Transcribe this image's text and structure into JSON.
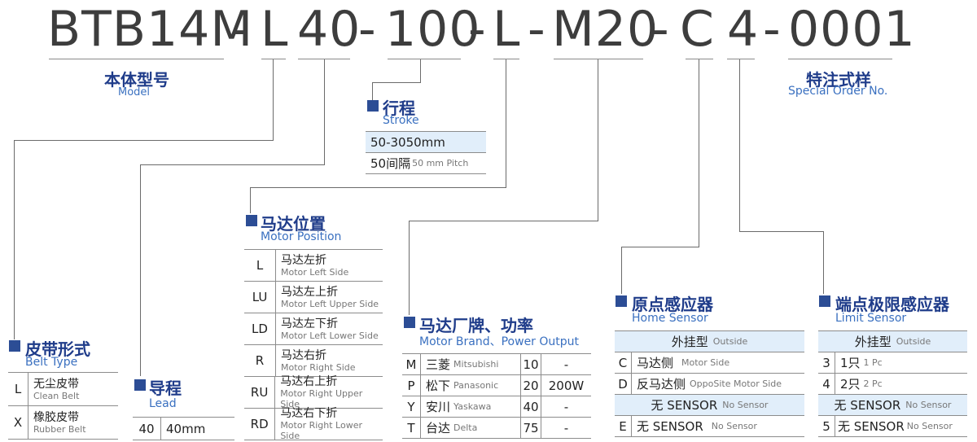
{
  "code": {
    "segments": [
      "BTB14M",
      "-",
      "L",
      "40",
      "-",
      "100",
      "-",
      "L",
      "-",
      "M20",
      "-",
      "C",
      "4",
      "-",
      "0001"
    ]
  },
  "model": {
    "cn": "本体型号",
    "en": "Model"
  },
  "special": {
    "cn": "特注式样",
    "en": "Special Order No."
  },
  "stroke": {
    "cn": "行程",
    "en": "Stroke",
    "row1": "50-3050mm",
    "row2_cn": "50间隔",
    "row2_en": "50 mm Pitch"
  },
  "belt_type": {
    "cn": "皮带形式",
    "en": "Belt Type",
    "rows": [
      {
        "code": "L",
        "cn": "无尘皮带",
        "en": "Clean Belt"
      },
      {
        "code": "X",
        "cn": "橡胶皮带",
        "en": "Rubber Belt"
      }
    ]
  },
  "lead": {
    "cn": "导程",
    "en": "Lead",
    "rows": [
      {
        "code": "40",
        "value": "40mm"
      }
    ]
  },
  "motor_position": {
    "cn": "马达位置",
    "en": "Motor Position",
    "rows": [
      {
        "code": "L",
        "cn": "马达左折",
        "en": "Motor Left Side"
      },
      {
        "code": "LU",
        "cn": "马达左上折",
        "en": "Motor Left Upper Side"
      },
      {
        "code": "LD",
        "cn": "马达左下折",
        "en": "Motor Left Lower Side"
      },
      {
        "code": "R",
        "cn": "马达右折",
        "en": "Motor Right Side"
      },
      {
        "code": "RU",
        "cn": "马达右上折",
        "en": "Motor Right Upper Side"
      },
      {
        "code": "RD",
        "cn": "马达右下折",
        "en": "Motor Right Lower Side"
      }
    ]
  },
  "motor_brand": {
    "cn": "马达厂牌、功率",
    "en": "Motor Brand、Power Output",
    "rows": [
      {
        "code": "M",
        "cn": "三菱",
        "en": "Mitsubishi",
        "w": "10",
        "power": "-"
      },
      {
        "code": "P",
        "cn": "松下",
        "en": "Panasonic",
        "w": "20",
        "power": "200W"
      },
      {
        "code": "Y",
        "cn": "安川",
        "en": "Yaskawa",
        "w": "40",
        "power": "-"
      },
      {
        "code": "T",
        "cn": "台达",
        "en": "Delta",
        "w": "75",
        "power": "-"
      }
    ]
  },
  "home_sensor": {
    "cn": "原点感应器",
    "en": "Home Sensor",
    "outside_cn": "外挂型",
    "outside_en": "Outside",
    "rows": [
      {
        "code": "C",
        "cn": "马达侧",
        "en": "Motor Side"
      },
      {
        "code": "D",
        "cn": "反马达侧",
        "en": "OppoSite Motor Side"
      }
    ],
    "nosensor_cn": "无 SENSOR",
    "nosensor_en": "No Sensor",
    "last": {
      "code": "E",
      "cn": "无 SENSOR",
      "en": "No Sensor"
    }
  },
  "limit_sensor": {
    "cn": "端点极限感应器",
    "en": "Limit Sensor",
    "outside_cn": "外挂型",
    "outside_en": "Outside",
    "rows": [
      {
        "code": "3",
        "cn": "1只",
        "en": "1 Pc"
      },
      {
        "code": "4",
        "cn": "2只",
        "en": "2 Pc"
      }
    ],
    "nosensor_cn": "无 SENSOR",
    "nosensor_en": "No Sensor",
    "last": {
      "code": "5",
      "cn": "无 SENSOR",
      "en": "No Sensor"
    }
  },
  "colors": {
    "heading": "#1f3c8a",
    "english": "#3a70c0",
    "highlight": "#e1eefa",
    "marker": "#2c4d95"
  }
}
